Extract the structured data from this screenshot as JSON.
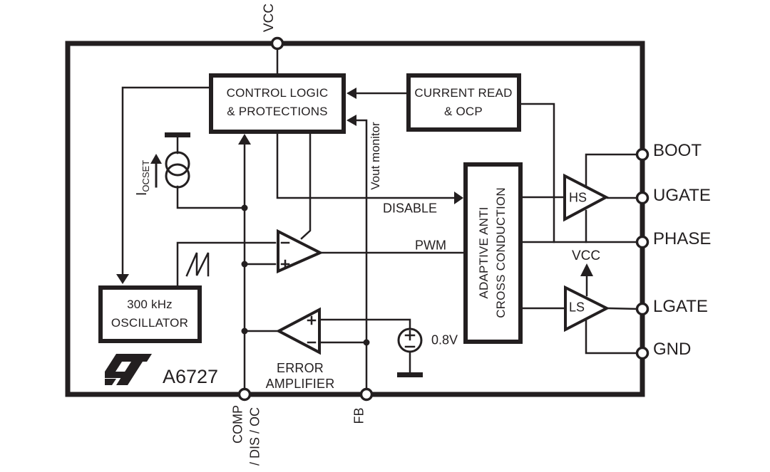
{
  "chip": {
    "part_number": "A6727",
    "brand_logo": "ST"
  },
  "blocks": {
    "control_logic": {
      "line1": "CONTROL LOGIC",
      "line2": "& PROTECTIONS"
    },
    "current_read": {
      "line1": "CURRENT READ",
      "line2": "& OCP"
    },
    "oscillator": {
      "line1": "300 kHz",
      "line2": "OSCILLATOR"
    },
    "anti_cross": {
      "line1": "ADAPTIVE ANTI",
      "line2": "CROSS CONDUCTION"
    },
    "error_amplifier": {
      "line1": "ERROR",
      "line2": "AMPLIFIER"
    },
    "hs_driver": "HS",
    "ls_driver": "LS"
  },
  "pins": {
    "vcc": "VCC",
    "boot": "BOOT",
    "ugate": "UGATE",
    "phase": "PHASE",
    "lgate": "LGATE",
    "gnd": "GND",
    "comp_line1": "COMP",
    "comp_line2": "/ DIS / OC",
    "fb": "FB"
  },
  "signals": {
    "disable": "DISABLE",
    "pwm": "PWM",
    "vout_monitor": "Vout monitor",
    "vcc_ls": "VCC",
    "vref": "0.8V",
    "iocset_main": "I",
    "iocset_sub": "OCSET"
  },
  "colors": {
    "line": "#231f20",
    "background": "#ffffff"
  }
}
